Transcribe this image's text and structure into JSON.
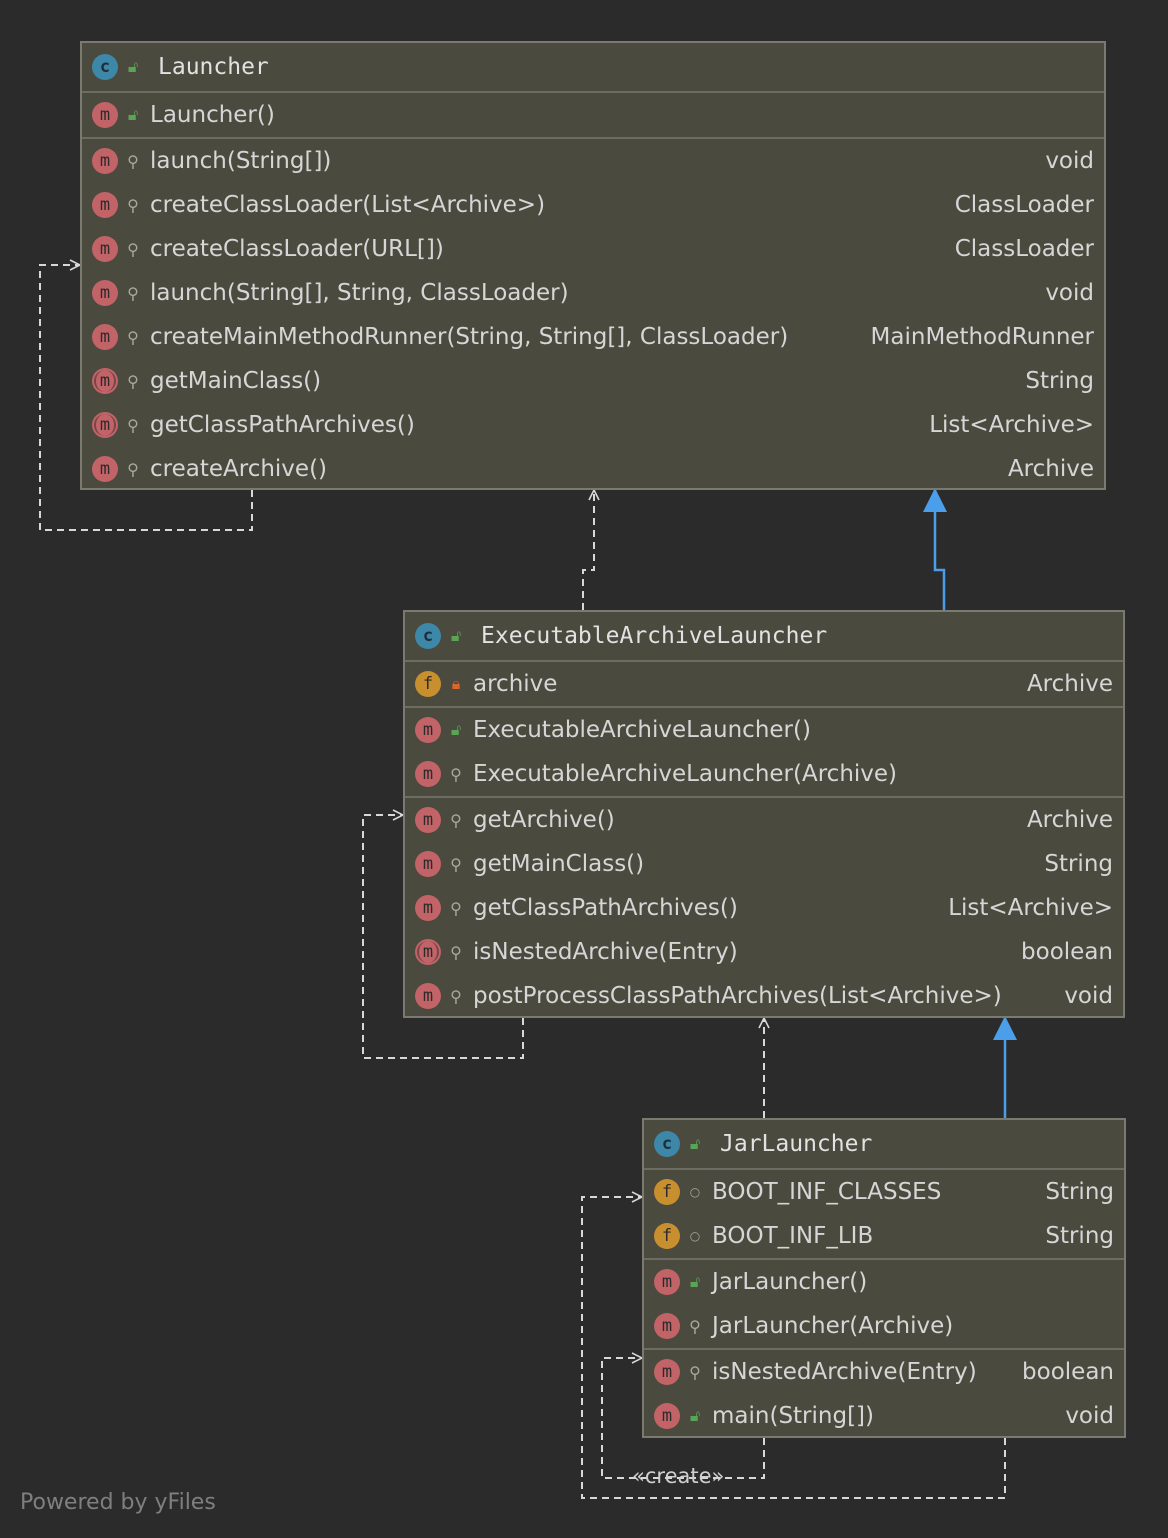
{
  "classes": {
    "launcher": {
      "name": "Launcher",
      "constructors": [
        {
          "label": "Launcher()",
          "vis": "public"
        }
      ],
      "methods": [
        {
          "label": "launch(String[])",
          "type": "void",
          "vis": "protected"
        },
        {
          "label": "createClassLoader(List<Archive>)",
          "type": "ClassLoader",
          "vis": "protected"
        },
        {
          "label": "createClassLoader(URL[])",
          "type": "ClassLoader",
          "vis": "protected"
        },
        {
          "label": "launch(String[], String, ClassLoader)",
          "type": "void",
          "vis": "protected"
        },
        {
          "label": "createMainMethodRunner(String, String[], ClassLoader)",
          "type": "MainMethodRunner",
          "vis": "protected"
        },
        {
          "label": "getMainClass()",
          "type": "String",
          "vis": "protected",
          "abstract": true
        },
        {
          "label": "getClassPathArchives()",
          "type": "List<Archive>",
          "vis": "protected",
          "abstract": true
        },
        {
          "label": "createArchive()",
          "type": "Archive",
          "vis": "protected"
        }
      ]
    },
    "executable": {
      "name": "ExecutableArchiveLauncher",
      "fields": [
        {
          "label": "archive",
          "type": "Archive",
          "vis": "private"
        }
      ],
      "constructors": [
        {
          "label": "ExecutableArchiveLauncher()",
          "vis": "public"
        },
        {
          "label": "ExecutableArchiveLauncher(Archive)",
          "vis": "protected"
        }
      ],
      "methods": [
        {
          "label": "getArchive()",
          "type": "Archive",
          "vis": "protected"
        },
        {
          "label": "getMainClass()",
          "type": "String",
          "vis": "protected"
        },
        {
          "label": "getClassPathArchives()",
          "type": "List<Archive>",
          "vis": "protected"
        },
        {
          "label": "isNestedArchive(Entry)",
          "type": "boolean",
          "vis": "protected",
          "abstract": true
        },
        {
          "label": "postProcessClassPathArchives(List<Archive>)",
          "type": "void",
          "vis": "protected"
        }
      ]
    },
    "jar": {
      "name": "JarLauncher",
      "fields": [
        {
          "label": "BOOT_INF_CLASSES",
          "type": "String",
          "vis": "package"
        },
        {
          "label": "BOOT_INF_LIB",
          "type": "String",
          "vis": "package"
        }
      ],
      "constructors": [
        {
          "label": "JarLauncher()",
          "vis": "public"
        },
        {
          "label": "JarLauncher(Archive)",
          "vis": "protected"
        }
      ],
      "methods": [
        {
          "label": "isNestedArchive(Entry)",
          "type": "boolean",
          "vis": "protected"
        },
        {
          "label": "main(String[])",
          "type": "void",
          "vis": "public"
        }
      ]
    }
  },
  "relations": {
    "create_label": "«create»"
  },
  "footer": "Powered by yFiles",
  "colors": {
    "background": "#2b2b2b",
    "box": "#4b4a3f",
    "inherit_arrow": "#4a9eea",
    "dependency": "#d8d8d8"
  }
}
